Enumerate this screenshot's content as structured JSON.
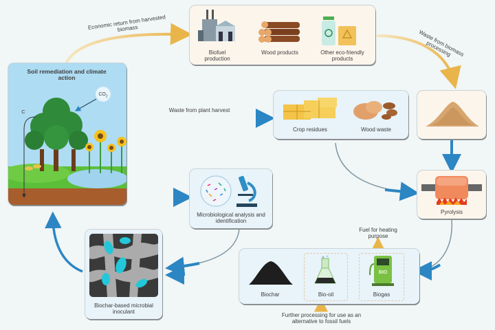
{
  "title": "Biochar cycle for soil remediation and climate action",
  "soil_panel": {
    "title": "Soil remediation and climate action",
    "co2_label": "CO2",
    "carbon_label": "C"
  },
  "products_box": {
    "items": [
      {
        "label": "Biofuel production",
        "icon": "factory-icon"
      },
      {
        "label": "Wood products",
        "icon": "log-pile-icon"
      },
      {
        "label": "Other eco-friendly products",
        "icon": "recycle-packaging-icon"
      }
    ]
  },
  "waste_box": {
    "items": [
      {
        "label": "Crop residues",
        "icon": "hay-bales-icon"
      },
      {
        "label": "Wood waste",
        "icon": "wood-chunks-icon"
      }
    ]
  },
  "sawdust_box": {
    "icon": "sawdust-pile-icon"
  },
  "pyrolysis_box": {
    "label": "Pyrolysis",
    "icon": "pyrolysis-reactor-icon"
  },
  "micro_box": {
    "label": "Microbiological analysis and identification",
    "icon": "microscope-icon"
  },
  "outputs_box": {
    "items": [
      {
        "label": "Biochar",
        "icon": "biochar-pile-icon"
      },
      {
        "label": "Bio-oil",
        "icon": "flask-icon"
      },
      {
        "label": "Biogas",
        "icon": "fuel-pump-icon",
        "badge": "BIO"
      }
    ]
  },
  "inoculant_box": {
    "label": "Biochar-based microbial inoculant",
    "icon": "microbe-micrograph-icon"
  },
  "arrows": {
    "economic_return": "Economic return from harvested biomass",
    "waste_processing": "Waste from biomass processing",
    "plant_harvest": "Waste from plant harvest",
    "fuel_heating": "Fuel for heating purpose",
    "further_processing": "Further processing for use as an alternative to fossil fuels"
  },
  "colors": {
    "blue_arrow": "#2b86c3",
    "gold_arrow": "#e9b54a",
    "cream_box": "#fbf5ec",
    "blue_box": "#e8f3fa",
    "sky": "#aedcf2",
    "soil": "#a85d2c"
  }
}
